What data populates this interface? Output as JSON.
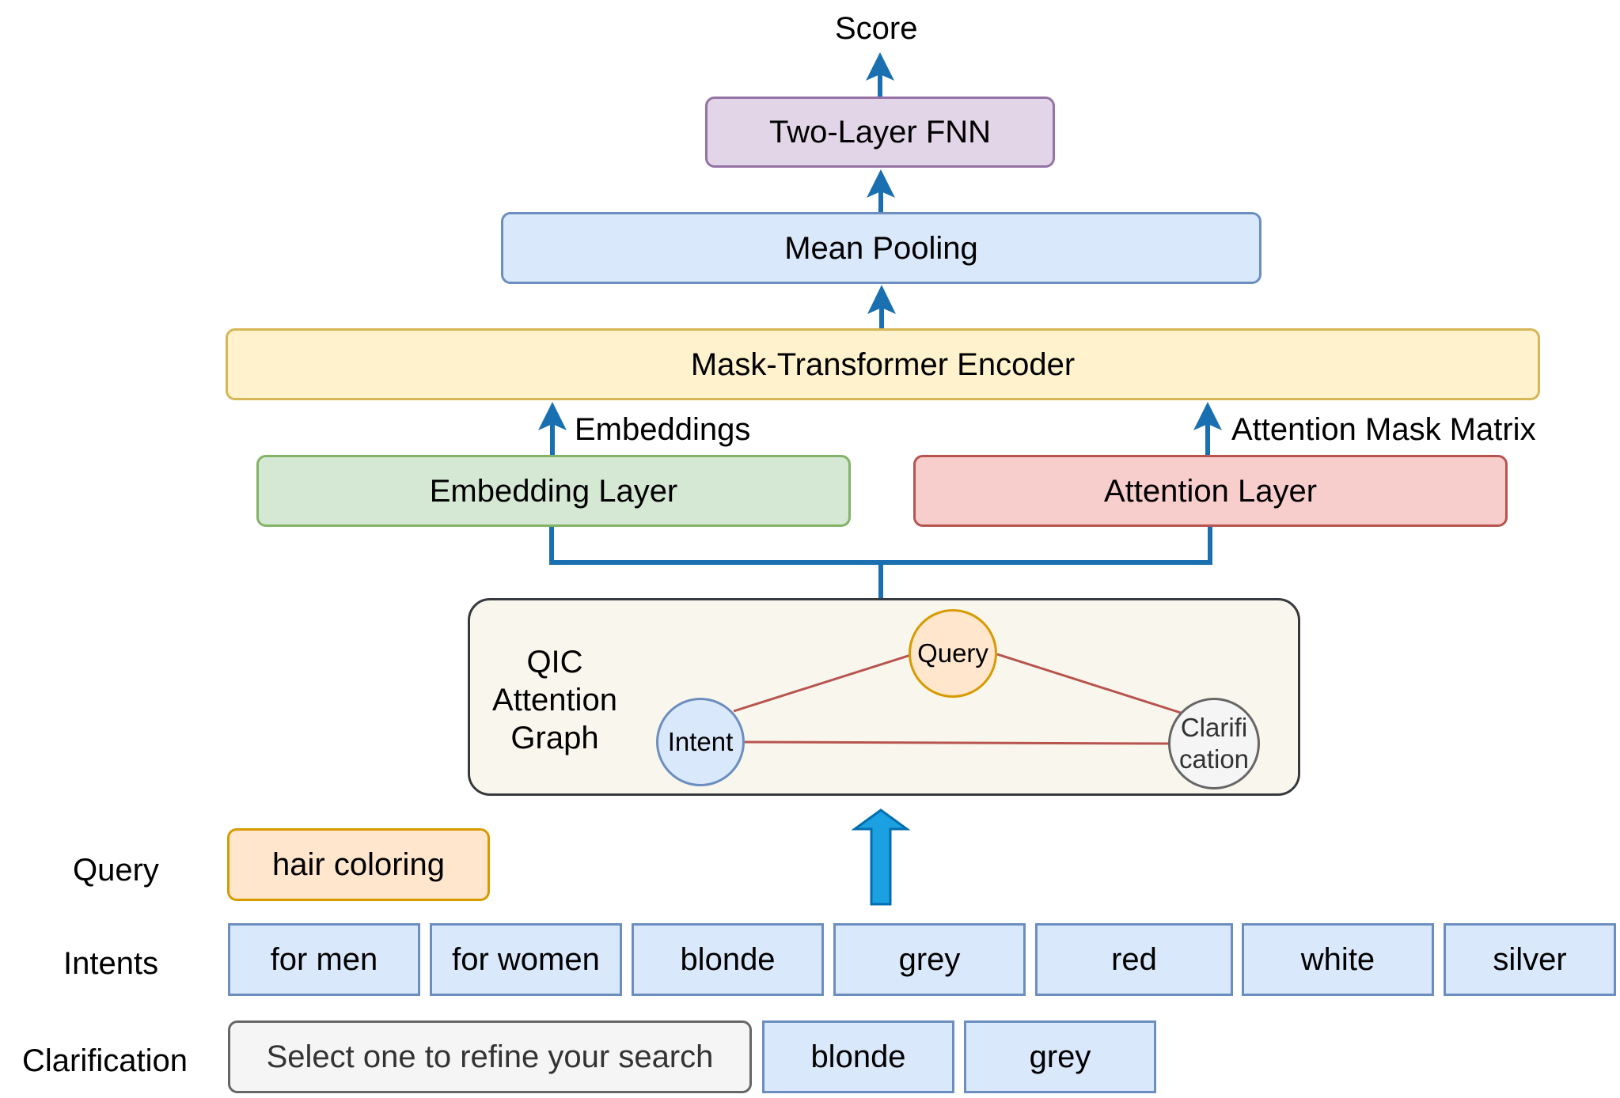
{
  "top": {
    "score": "Score"
  },
  "layers": {
    "fnn": "Two-Layer FNN",
    "pooling": "Mean Pooling",
    "encoder": "Mask-Transformer Encoder",
    "embedding": "Embedding Layer",
    "attention": "Attention Layer"
  },
  "edge_labels": {
    "embeddings": "Embeddings",
    "mask": "Attention Mask Matrix"
  },
  "graph": {
    "title": "QIC Attention Graph",
    "title_lines": [
      "QIC",
      "Attention",
      "Graph"
    ],
    "nodes": {
      "query": "Query",
      "intent": "Intent",
      "clarification": "Clarification",
      "clarification_lines": [
        "Clarifi",
        "cation"
      ]
    }
  },
  "inputs": {
    "query_label": "Query",
    "query_value": "hair coloring",
    "intents_label": "Intents",
    "intents": [
      "for men",
      "for women",
      "blonde",
      "grey",
      "red",
      "white",
      "silver"
    ],
    "clarification_label": "Clarification",
    "clarification_prompt": "Select one to refine your search",
    "clarification_options": [
      "blonde",
      "grey"
    ]
  },
  "colors": {
    "arrow": "#1a6fb0",
    "edge": "#b85450",
    "fnn_fill": "#e1d5e7",
    "fnn_border": "#9673a6",
    "blue_fill": "#dae8fc",
    "blue_border": "#6c8ebf",
    "yellow_fill": "#fff2cc",
    "yellow_border": "#d6b656",
    "green_fill": "#d5e8d4",
    "green_border": "#82b366",
    "red_fill": "#f8cecc",
    "red_border": "#b85450",
    "orange_fill": "#ffe6cc",
    "orange_border": "#d79b00",
    "gray_fill": "#f5f5f5",
    "gray_border": "#666666",
    "graph_fill": "#f9f7ed",
    "graph_border": "#36393d"
  }
}
